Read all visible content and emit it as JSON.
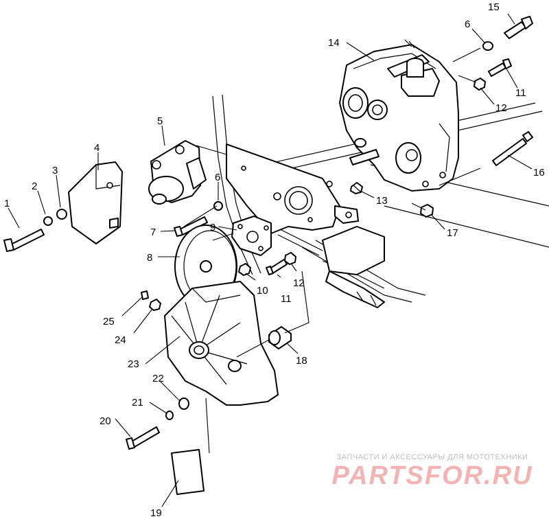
{
  "callouts": [
    {
      "id": "1",
      "text": "1"
    },
    {
      "id": "2",
      "text": "2"
    },
    {
      "id": "3",
      "text": "3"
    },
    {
      "id": "4",
      "text": "4"
    },
    {
      "id": "5",
      "text": "5"
    },
    {
      "id": "6a",
      "text": "6"
    },
    {
      "id": "6b",
      "text": "6"
    },
    {
      "id": "7",
      "text": "7"
    },
    {
      "id": "8",
      "text": "8"
    },
    {
      "id": "9",
      "text": "9"
    },
    {
      "id": "10",
      "text": "10"
    },
    {
      "id": "11a",
      "text": "11"
    },
    {
      "id": "11b",
      "text": "11"
    },
    {
      "id": "12a",
      "text": "12"
    },
    {
      "id": "12b",
      "text": "12"
    },
    {
      "id": "13",
      "text": "13"
    },
    {
      "id": "14",
      "text": "14"
    },
    {
      "id": "15",
      "text": "15"
    },
    {
      "id": "16",
      "text": "16"
    },
    {
      "id": "17",
      "text": "17"
    },
    {
      "id": "18",
      "text": "18"
    },
    {
      "id": "19",
      "text": "19"
    },
    {
      "id": "20",
      "text": "20"
    },
    {
      "id": "21",
      "text": "21"
    },
    {
      "id": "22",
      "text": "22"
    },
    {
      "id": "23",
      "text": "23"
    },
    {
      "id": "24",
      "text": "24"
    },
    {
      "id": "25",
      "text": "25"
    }
  ],
  "watermark": {
    "tagline": "ЗАПЧАСТИ И АКСЕССУАРЫ ДЛЯ МОТОТЕХНИКИ",
    "brand": "PARTSFOR.RU"
  }
}
